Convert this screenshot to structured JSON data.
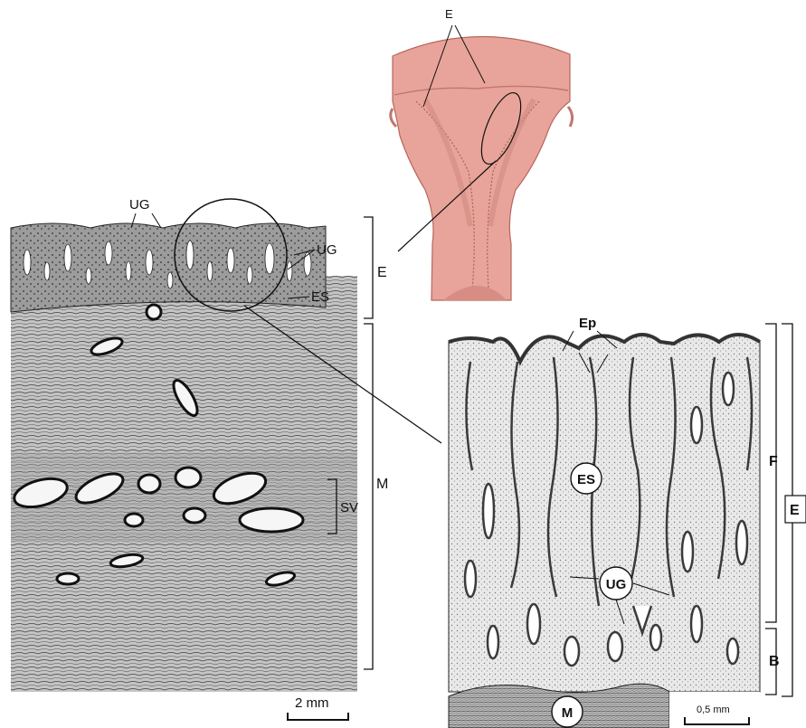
{
  "figure": {
    "uterus_inset": {
      "label_E": "E"
    },
    "left_section": {
      "labels": {
        "ug_top": "UG",
        "ug_right": "UG",
        "es": "ES",
        "e": "E",
        "m": "M",
        "sv": "SV"
      },
      "scale_bar": "2 mm"
    },
    "right_section": {
      "labels": {
        "ep": "Ep",
        "es": "ES",
        "ug": "UG",
        "f": "F",
        "e": "E",
        "b": "B",
        "m": "M"
      },
      "scale_bar": "0,5 mm"
    }
  },
  "colors": {
    "uterus_fill": "#e8a49a",
    "uterus_dark": "#c9786f",
    "tissue_light": "#d8d8d8",
    "tissue_dark": "#6f6f6f",
    "ink": "#111111"
  }
}
